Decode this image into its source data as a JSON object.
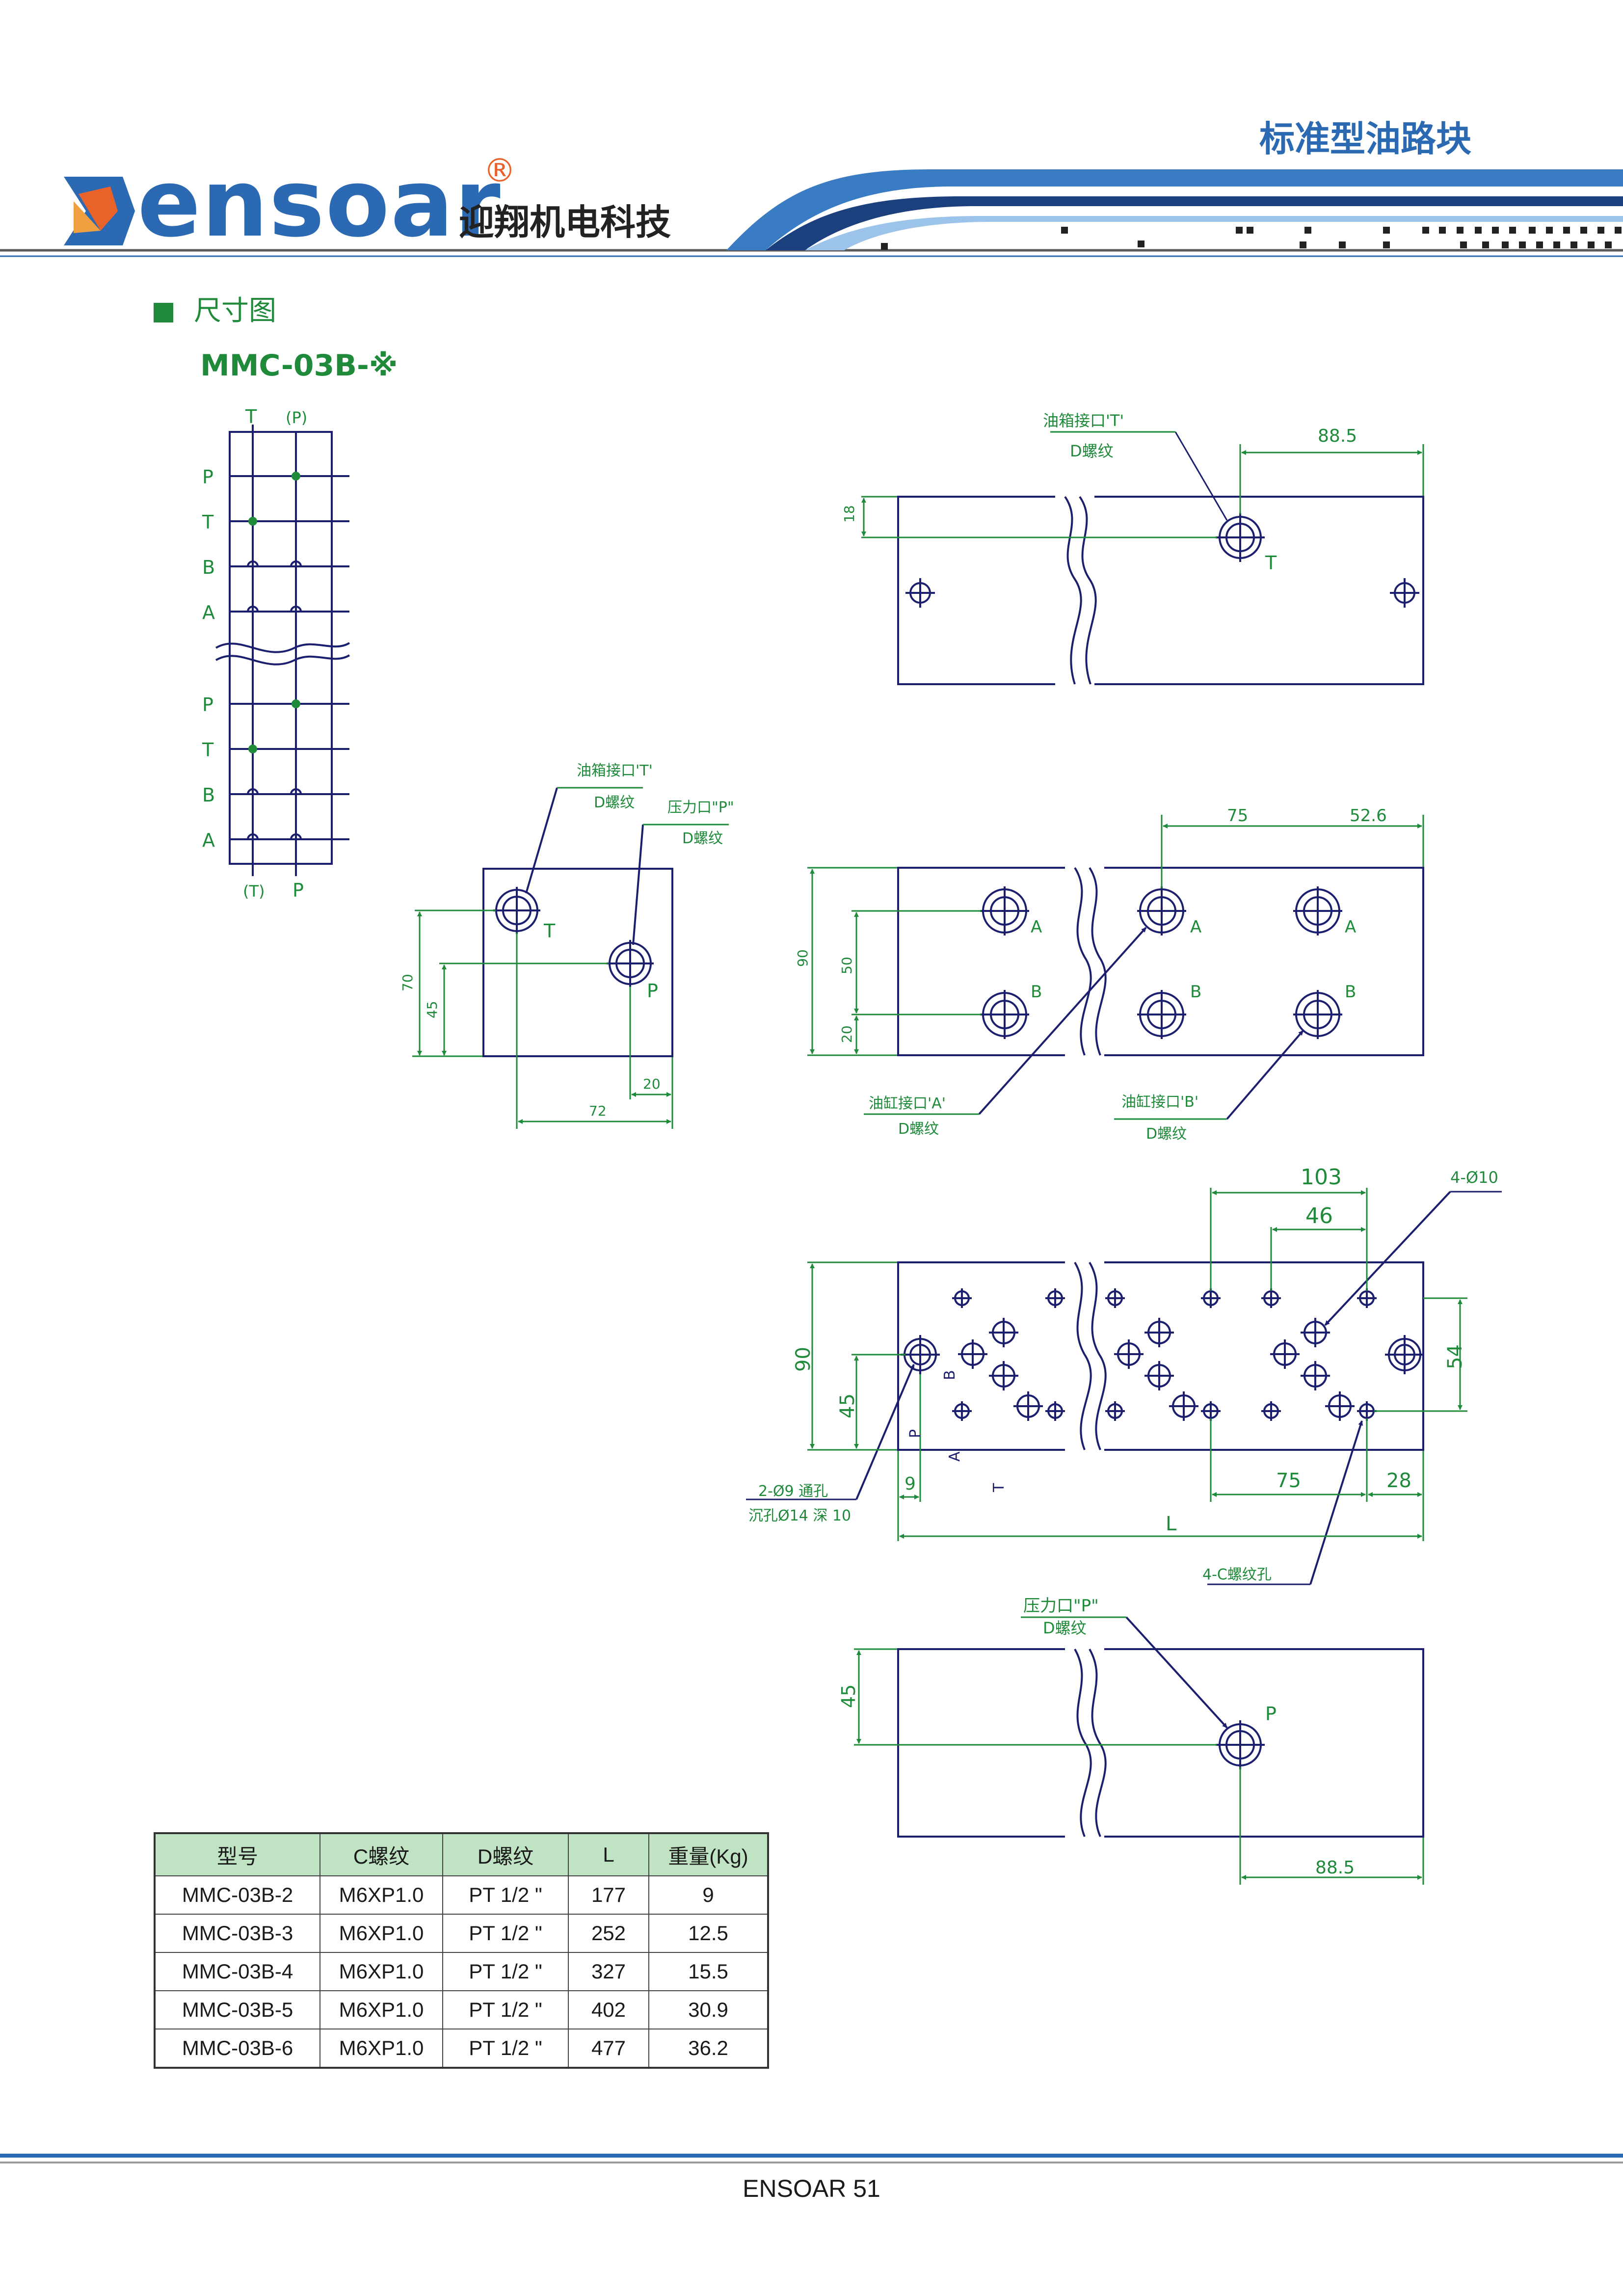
{
  "header": {
    "brand": "ensoar",
    "brand_cn": "迎翔机电科技",
    "registered": "®",
    "category_title": "标准型油路块",
    "brand_color": "#2b6ab3",
    "accent_color": "#1f8a3a"
  },
  "section": {
    "title": "尺寸图",
    "model": "MMC-03B-※"
  },
  "schematic": {
    "top_T": "T",
    "top_P": "(P)",
    "rows": [
      "P",
      "T",
      "B",
      "A",
      "P",
      "T",
      "B",
      "A"
    ],
    "bottom_T": "(T)",
    "bottom_P": "P"
  },
  "top_view": {
    "callout_line1": "油箱接口'T'",
    "callout_line2": "D螺纹",
    "dim_right": "88.5",
    "dim_height": "18",
    "port_label": "T"
  },
  "side_view": {
    "callout_t_line1": "油箱接口'T'",
    "callout_t_line2": "D螺纹",
    "callout_p_line1": "压力口\"P\"",
    "callout_p_line2": "D螺纹",
    "port_t": "T",
    "port_p": "P",
    "dim_70": "70",
    "dim_45": "45",
    "dim_20": "20",
    "dim_72": "72"
  },
  "front_view": {
    "dim_75": "75",
    "dim_52_6": "52.6",
    "dim_90": "90",
    "dim_50": "50",
    "dim_20": "20",
    "port_a": "A",
    "port_b": "B",
    "callout_a_line1": "油缸接口'A'",
    "callout_a_line2": "D螺纹",
    "callout_b_line1": "油缸接口'B'",
    "callout_b_line2": "D螺纹"
  },
  "mount_view": {
    "dim_103": "103",
    "dim_46": "46",
    "holes_label": "4-Ø10",
    "dim_90": "90",
    "dim_45": "45",
    "dim_54": "54",
    "dim_9": "9",
    "dim_75": "75",
    "dim_28": "28",
    "dim_L": "L",
    "through_hole_line1": "2-Ø9 通孔",
    "through_hole_line2": "沉孔Ø14 深 10",
    "thread_holes": "4-C螺纹孔",
    "rot_b": "B",
    "rot_p": "P",
    "rot_a": "A",
    "rot_t": "T"
  },
  "bottom_view": {
    "callout_line1": "压力口\"P\"",
    "callout_line2": "D螺纹",
    "dim_45": "45",
    "dim_88_5": "88.5",
    "port_label": "P"
  },
  "table": {
    "headers": [
      "型号",
      "C螺纹",
      "D螺纹",
      "L",
      "重量(Kg)"
    ],
    "rows": [
      [
        "MMC-03B-2",
        "M6XP1.0",
        "PT  1/2 \"",
        "177",
        "9"
      ],
      [
        "MMC-03B-3",
        "M6XP1.0",
        "PT  1/2 \"",
        "252",
        "12.5"
      ],
      [
        "MMC-03B-4",
        "M6XP1.0",
        "PT  1/2 \"",
        "327",
        "15.5"
      ],
      [
        "MMC-03B-5",
        "M6XP1.0",
        "PT  1/2 \"",
        "402",
        "30.9"
      ],
      [
        "MMC-03B-6",
        "M6XP1.0",
        "PT  1/2 \"",
        "477",
        "36.2"
      ]
    ]
  },
  "footer": {
    "text": "ENSOAR  51"
  }
}
